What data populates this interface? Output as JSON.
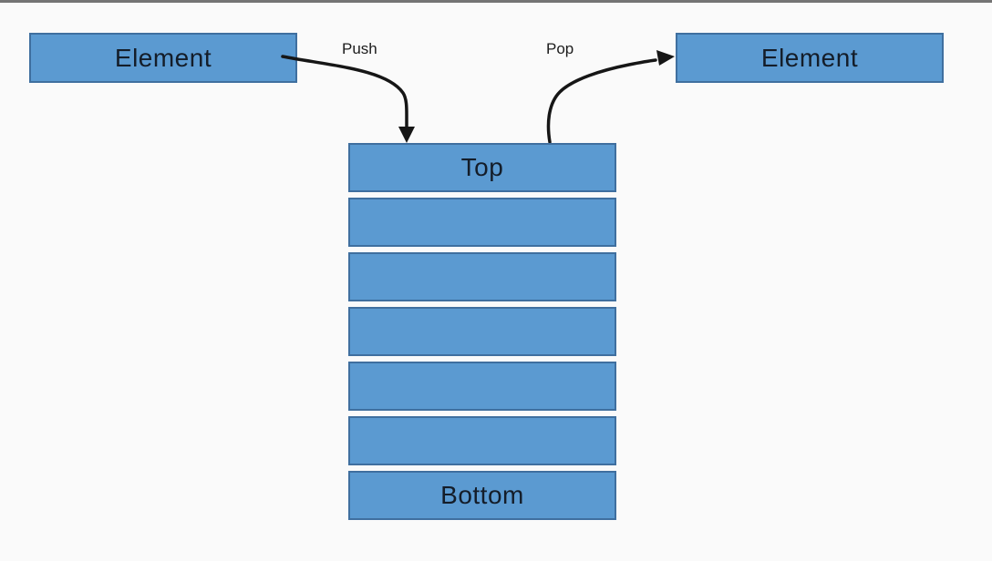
{
  "diagram": {
    "title": "stack-push-pop-diagram",
    "left_element": {
      "label": "Element"
    },
    "right_element": {
      "label": "Element"
    },
    "arrows": {
      "push_label": "Push",
      "pop_label": "Pop"
    },
    "stack": {
      "rows": [
        {
          "label": "Top"
        },
        {
          "label": ""
        },
        {
          "label": ""
        },
        {
          "label": ""
        },
        {
          "label": ""
        },
        {
          "label": ""
        },
        {
          "label": "Bottom"
        }
      ]
    }
  },
  "colors": {
    "background": "#fafafa",
    "top_bar": "#747474",
    "box_fill": "#5b9ad1",
    "box_border": "#3f6f9f",
    "box_text": "#141d29",
    "label_text": "#1c1c1c",
    "arrow": "#161616"
  }
}
